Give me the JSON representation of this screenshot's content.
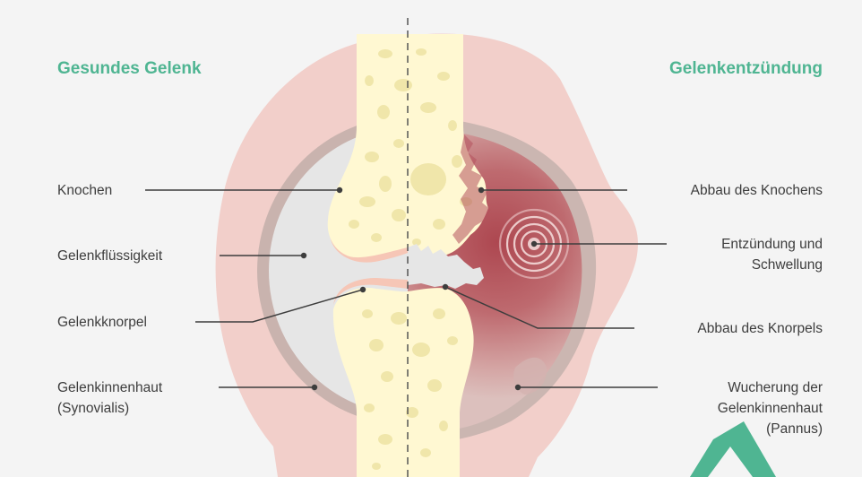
{
  "titles": {
    "left": "Gesundes Gelenk",
    "right": "Gelenkentzündung"
  },
  "labels_left": {
    "bone": "Knochen",
    "fluid": "Gelenkflüssigkeit",
    "cartilage": "Gelenkknorpel",
    "synovium_1": "Gelenkinnenhaut",
    "synovium_2": "(Synovialis)"
  },
  "labels_right": {
    "bone_erosion": "Abbau des Knochens",
    "inflammation_1": "Entzündung und",
    "inflammation_2": "Schwellung",
    "cartilage_erosion": "Abbau des Knorpels",
    "pannus_1": "Wucherung der",
    "pannus_2": "Gelenkinnenhaut",
    "pannus_3": "(Pannus)"
  },
  "colors": {
    "background": "#f4f4f4",
    "heading": "#4fb592",
    "capsule": "#f2cfca",
    "membrane": "#c9b3ae",
    "fluid": "#e6e6e6",
    "bone": "#fff8d2",
    "bone_spots": "#f0e6aa",
    "cartilage": "#f6c6b6",
    "inflammation": "#b5525c",
    "leader_line": "#3d3d3d",
    "corner_arrow": "#4fb592"
  }
}
